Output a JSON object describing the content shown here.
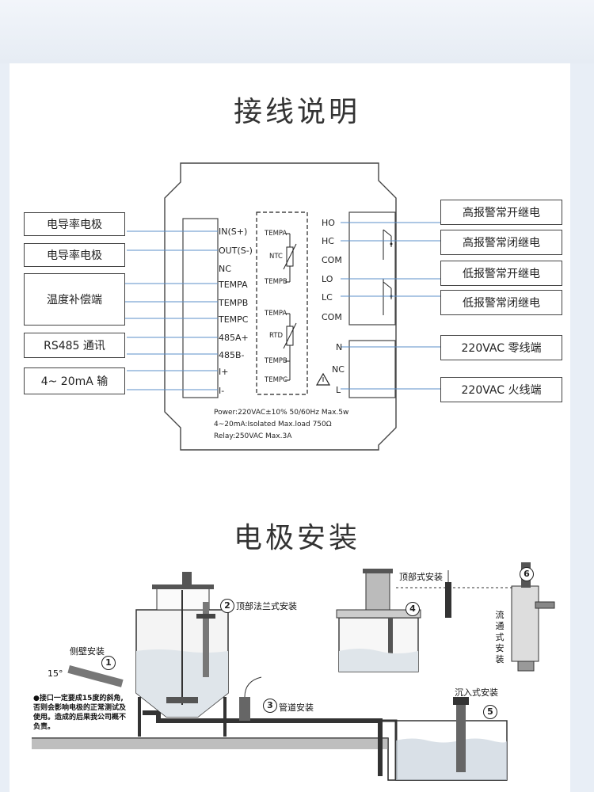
{
  "titles": {
    "wiring": "接线说明",
    "install": "电极安装"
  },
  "left_labels": [
    "电导率电极",
    "电导率电极",
    "温度补偿端",
    "RS485 通讯",
    "4~ 20mA 输"
  ],
  "terminals": [
    "IN(S+)",
    "OUT(S-)",
    "NC",
    "TEMPA",
    "TEMPB",
    "TEMPC",
    "485A+",
    "485B-",
    "I+",
    "I-"
  ],
  "sensor": {
    "top_a": "TEMPA",
    "ntc": "NTC",
    "top_b": "TEMPB",
    "bot_a": "TEMPA",
    "rtd": "RTD",
    "bot_b": "TEMPB",
    "bot_c": "TEMPC"
  },
  "relays": [
    "HO",
    "HC",
    "COM",
    "LO",
    "LC",
    "COM"
  ],
  "power_terms": [
    "N",
    "NC",
    "L"
  ],
  "right_labels": [
    "高报警常开继电",
    "高报警常闭继电",
    "低报警常开继电",
    "低报警常闭继电",
    "220VAC 零线端",
    "220VAC 火线端"
  ],
  "specs": [
    "Power:220VAC±10% 50/60Hz Max.5w",
    "4~20mA:Isolated Max.load 750Ω",
    "Relay:250VAC Max.3A"
  ],
  "install": {
    "side": "侧壁安装",
    "angle": "15°",
    "flange": "顶部法兰式安装",
    "pipe": "管道安装",
    "top": "顶部式安装",
    "flow": "流通式安装",
    "immersion": "沉入式安装",
    "numbers": [
      "1",
      "2",
      "3",
      "4",
      "5",
      "6"
    ],
    "warning": "●接口一定要成15度的斜角,否则会影响电极的正常测试及使用。造成的后果我公司概不负责。"
  },
  "colors": {
    "wire": "#5b8fc9",
    "box": "#444444"
  }
}
